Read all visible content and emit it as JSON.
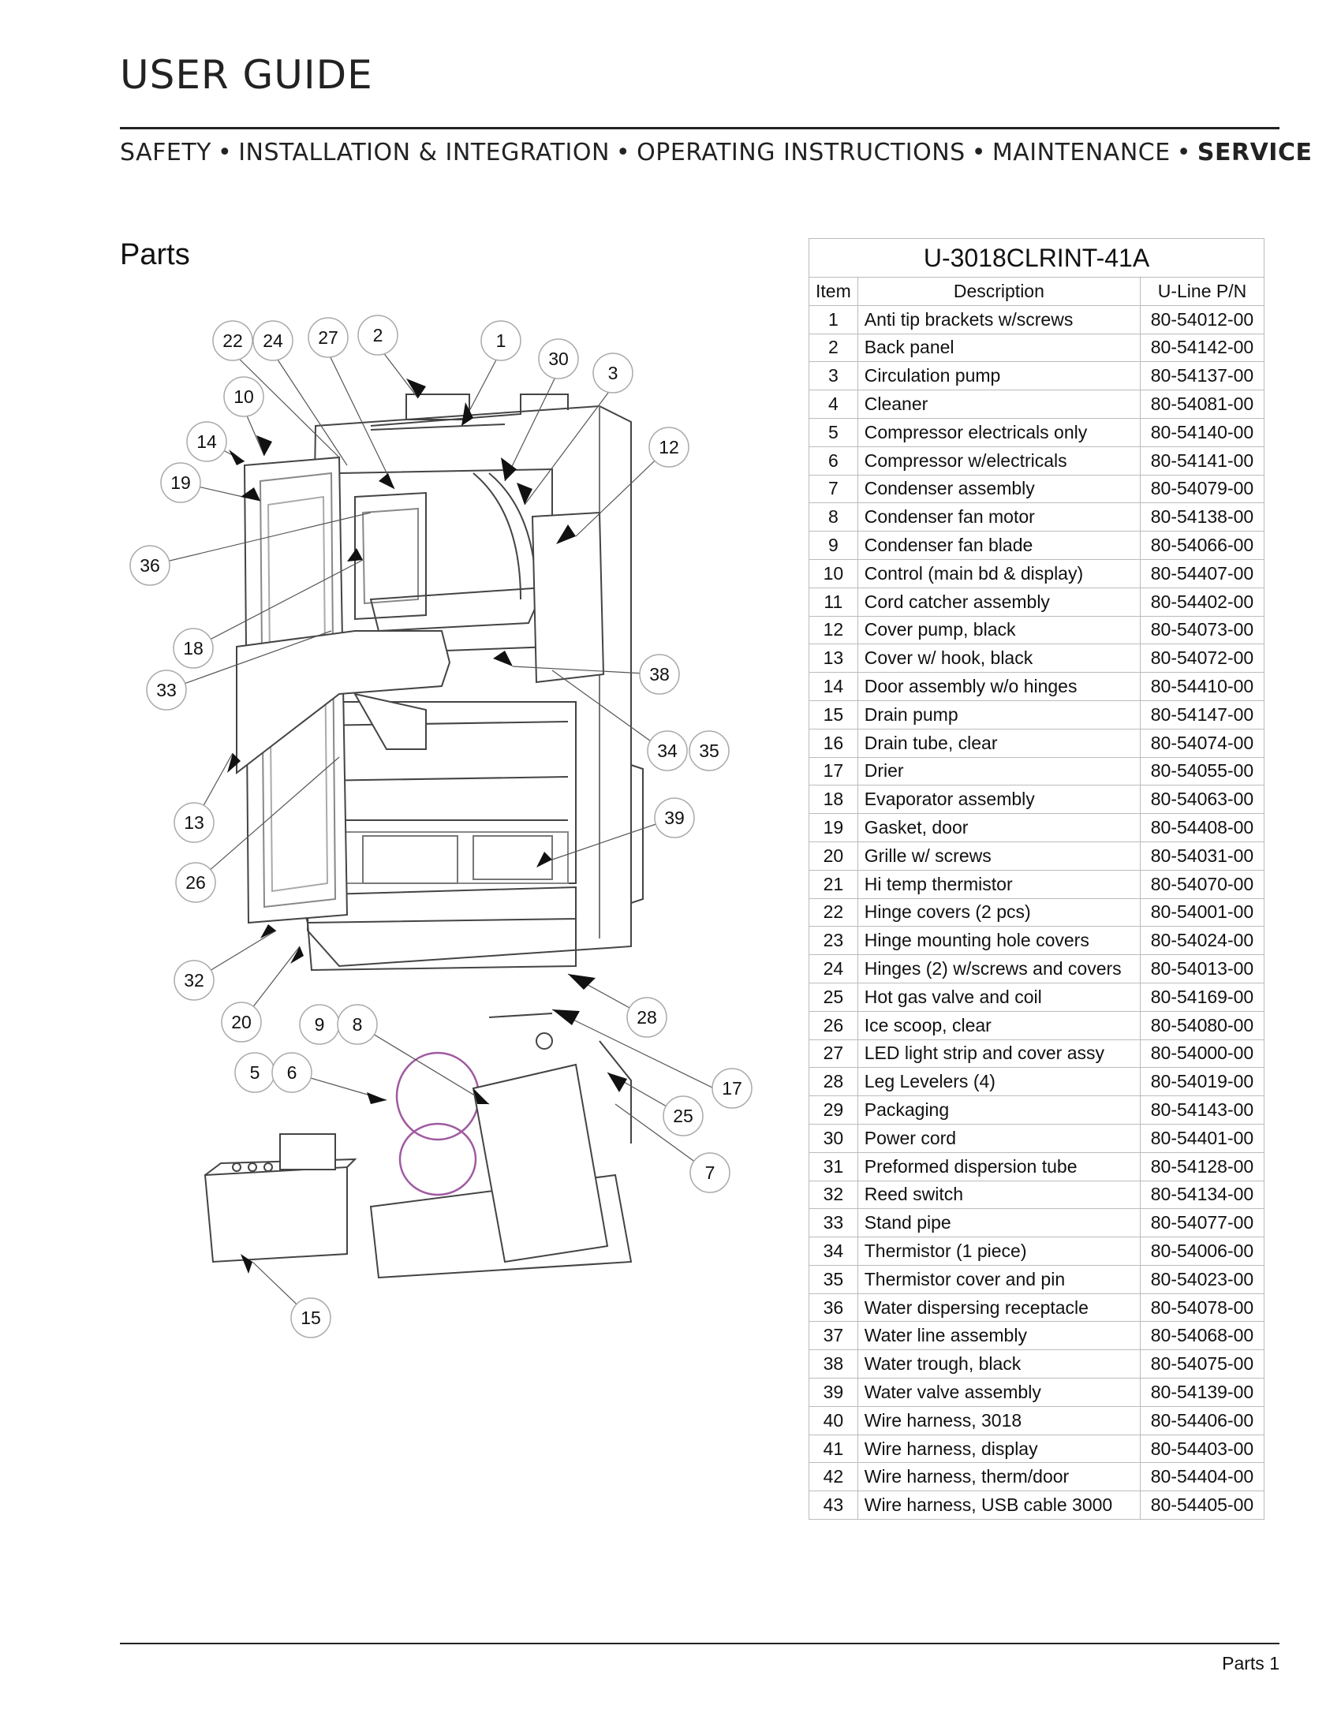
{
  "header": {
    "title": "USER GUIDE",
    "nav": [
      "SAFETY",
      "INSTALLATION & INTEGRATION",
      "OPERATING INSTRUCTIONS",
      "MAINTENANCE",
      "SERVICE"
    ],
    "nav_active": "SERVICE"
  },
  "section_title": "Parts",
  "table": {
    "model": "U-3018CLRINT-41A",
    "headers": [
      "Item",
      "Description",
      "U-Line P/N"
    ],
    "rows": [
      [
        "1",
        "Anti tip brackets w/screws",
        "80-54012-00"
      ],
      [
        "2",
        "Back panel",
        "80-54142-00"
      ],
      [
        "3",
        "Circulation pump",
        "80-54137-00"
      ],
      [
        "4",
        "Cleaner",
        "80-54081-00"
      ],
      [
        "5",
        "Compressor electricals only",
        "80-54140-00"
      ],
      [
        "6",
        "Compressor w/electricals",
        "80-54141-00"
      ],
      [
        "7",
        "Condenser assembly",
        "80-54079-00"
      ],
      [
        "8",
        "Condenser fan motor",
        "80-54138-00"
      ],
      [
        "9",
        "Condenser fan blade",
        "80-54066-00"
      ],
      [
        "10",
        "Control (main bd & display)",
        "80-54407-00"
      ],
      [
        "11",
        "Cord catcher assembly",
        "80-54402-00"
      ],
      [
        "12",
        "Cover pump, black",
        "80-54073-00"
      ],
      [
        "13",
        "Cover w/ hook, black",
        "80-54072-00"
      ],
      [
        "14",
        "Door assembly w/o hinges",
        "80-54410-00"
      ],
      [
        "15",
        "Drain pump",
        "80-54147-00"
      ],
      [
        "16",
        "Drain tube, clear",
        "80-54074-00"
      ],
      [
        "17",
        "Drier",
        "80-54055-00"
      ],
      [
        "18",
        "Evaporator assembly",
        "80-54063-00"
      ],
      [
        "19",
        "Gasket, door",
        "80-54408-00"
      ],
      [
        "20",
        "Grille w/ screws",
        "80-54031-00"
      ],
      [
        "21",
        "Hi temp thermistor",
        "80-54070-00"
      ],
      [
        "22",
        "Hinge covers (2 pcs)",
        "80-54001-00"
      ],
      [
        "23",
        "Hinge mounting hole covers",
        "80-54024-00"
      ],
      [
        "24",
        "Hinges (2) w/screws and covers",
        "80-54013-00"
      ],
      [
        "25",
        "Hot gas valve and coil",
        "80-54169-00"
      ],
      [
        "26",
        "Ice scoop, clear",
        "80-54080-00"
      ],
      [
        "27",
        "LED light strip and cover assy",
        "80-54000-00"
      ],
      [
        "28",
        "Leg Levelers (4)",
        "80-54019-00"
      ],
      [
        "29",
        "Packaging",
        "80-54143-00"
      ],
      [
        "30",
        "Power cord",
        "80-54401-00"
      ],
      [
        "31",
        "Preformed dispersion tube",
        "80-54128-00"
      ],
      [
        "32",
        "Reed switch",
        "80-54134-00"
      ],
      [
        "33",
        "Stand pipe",
        "80-54077-00"
      ],
      [
        "34",
        "Thermistor (1 piece)",
        "80-54006-00"
      ],
      [
        "35",
        "Thermistor cover and pin",
        "80-54023-00"
      ],
      [
        "36",
        "Water dispersing receptacle",
        "80-54078-00"
      ],
      [
        "37",
        "Water line assembly",
        "80-54068-00"
      ],
      [
        "38",
        "Water trough, black",
        "80-54075-00"
      ],
      [
        "39",
        "Water valve assembly",
        "80-54139-00"
      ],
      [
        "40",
        "Wire harness, 3018",
        "80-54406-00"
      ],
      [
        "41",
        "Wire harness, display",
        "80-54403-00"
      ],
      [
        "42",
        "Wire harness, therm/door",
        "80-54404-00"
      ],
      [
        "43",
        "Wire harness, USB cable 3000",
        "80-54405-00"
      ]
    ]
  },
  "diagram": {
    "callouts": [
      "22",
      "24",
      "27",
      "2",
      "1",
      "30",
      "3",
      "10",
      "14",
      "12",
      "19",
      "36",
      "18",
      "33",
      "38",
      "34",
      "35",
      "13",
      "39",
      "26",
      "32",
      "28",
      "20",
      "9",
      "8",
      "5",
      "6",
      "17",
      "25",
      "7",
      "15"
    ]
  },
  "footer": {
    "page_label": "Parts 1"
  }
}
